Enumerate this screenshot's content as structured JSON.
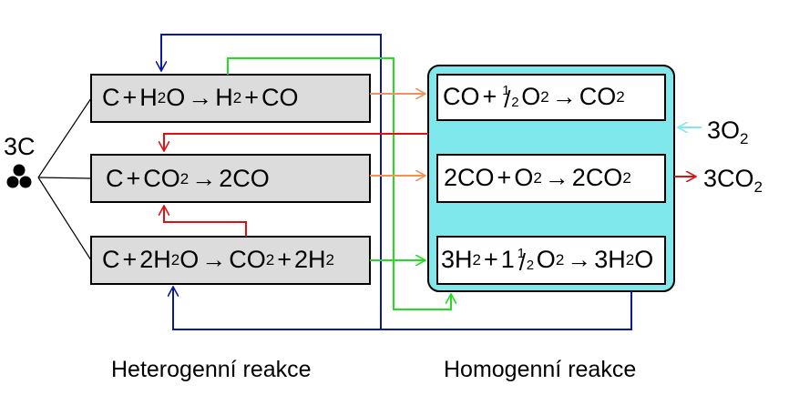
{
  "reactant": {
    "label": "3C",
    "icon": "carbon-atoms-icon"
  },
  "hetero_label": "Heterogenní reakce",
  "homo_label": "Homogenní reakce",
  "oxygen_in": {
    "coef": "3",
    "el": "O",
    "sub": "2"
  },
  "co2_out": {
    "coef": "3",
    "el": "CO",
    "sub": "2"
  },
  "colors": {
    "box_fill": "#dcdcdc",
    "homo_fill": "#7fe8ec",
    "blue": "#0a1aa0",
    "green": "#22dd22",
    "red": "#dd1111",
    "orange": "#f0915a",
    "cyan": "#7fe8f0"
  },
  "hetero_eqs": [
    {
      "id": "h1",
      "tokens": [
        {
          "t": "C"
        },
        {
          "o": "+"
        },
        {
          "t": "H"
        },
        {
          "s": "2"
        },
        {
          "t": "O"
        },
        {
          "a": "→"
        },
        {
          "t": "H"
        },
        {
          "s": "2"
        },
        {
          "o": "+"
        },
        {
          "t": "CO"
        }
      ]
    },
    {
      "id": "h2",
      "tokens": [
        {
          "t": "C"
        },
        {
          "o": "+"
        },
        {
          "t": "CO"
        },
        {
          "s": "2"
        },
        {
          "a": "→"
        },
        {
          "t": "2CO"
        }
      ]
    },
    {
      "id": "h3",
      "tokens": [
        {
          "t": "C"
        },
        {
          "o": "+"
        },
        {
          "t": "2H"
        },
        {
          "s": "2"
        },
        {
          "t": "O"
        },
        {
          "a": "→"
        },
        {
          "t": "CO"
        },
        {
          "s": "2"
        },
        {
          "o": "+"
        },
        {
          "t": "2H"
        },
        {
          "s": "2"
        }
      ]
    }
  ],
  "homo_eqs": [
    {
      "id": "o1",
      "tokens": [
        {
          "t": "CO"
        },
        {
          "o": "+"
        },
        {
          "f": [
            "1",
            "2"
          ]
        },
        {
          "t": "O"
        },
        {
          "s": "2"
        },
        {
          "a": "→"
        },
        {
          "t": "CO"
        },
        {
          "s": "2"
        }
      ]
    },
    {
      "id": "o2",
      "tokens": [
        {
          "t": "2CO"
        },
        {
          "o": "+"
        },
        {
          "t": "O"
        },
        {
          "s": "2"
        },
        {
          "a": "→"
        },
        {
          "t": "2CO"
        },
        {
          "s": "2"
        }
      ]
    },
    {
      "id": "o3",
      "tokens": [
        {
          "t": "3H"
        },
        {
          "s": "2"
        },
        {
          "o": "+"
        },
        {
          "t": "1"
        },
        {
          "f": [
            "1",
            "2"
          ]
        },
        {
          "t": "O"
        },
        {
          "s": "2"
        },
        {
          "a": "→"
        },
        {
          "t": "3H"
        },
        {
          "s": "2"
        },
        {
          "t": "O"
        }
      ]
    }
  ]
}
